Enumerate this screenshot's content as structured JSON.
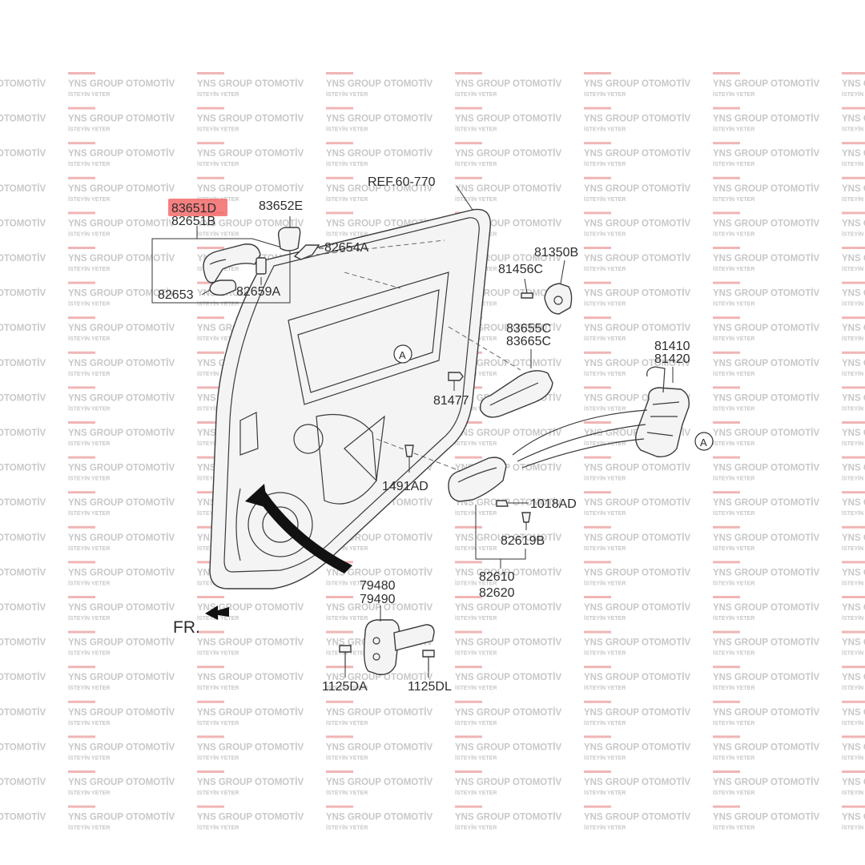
{
  "watermark": {
    "brand": "YNS GROUP OTOMOTİV",
    "tagline": "İSTEYİN YETER",
    "accent": "#d42a2a",
    "text_color": "#c8c8c8"
  },
  "diagram": {
    "highlight_color": "#f36a6a",
    "reference": "REF.60-770",
    "direction_label": "FR.",
    "callout_letter": "A",
    "parts": {
      "highlighted": "83651D",
      "p82651B": "82651B",
      "p83652E": "83652E",
      "p82654A": "82654A",
      "p82653": "82653",
      "p82659A": "82659A",
      "p81350B": "81350B",
      "p81456C": "81456C",
      "p83655C": "83655C",
      "p83665C": "83665C",
      "p81477": "81477",
      "p81410": "81410",
      "p81420": "81420",
      "p1491AD": "1491AD",
      "p1018AD": "1018AD",
      "p82619B": "82619B",
      "p82610": "82610",
      "p82620": "82620",
      "p79480": "79480",
      "p79490": "79490",
      "p1125DA": "1125DA",
      "p1125DL": "1125DL"
    }
  }
}
